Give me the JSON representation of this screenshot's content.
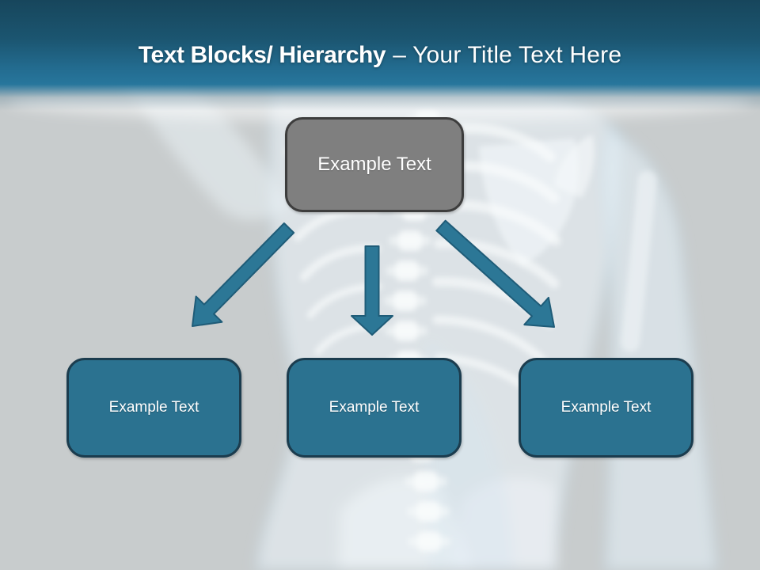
{
  "header": {
    "title_bold": "Text Blocks/ Hierarchy",
    "title_light": "– Your Title Text Here"
  },
  "hierarchy": {
    "root": {
      "label": "Example Text"
    },
    "children": [
      {
        "label": "Example Text"
      },
      {
        "label": "Example Text"
      },
      {
        "label": "Example Text"
      }
    ]
  },
  "colors": {
    "header_top": "#17465c",
    "header_bottom": "#27769c",
    "slide_background": "#c8cccd",
    "root_box_fill": "#7f7f7f",
    "root_box_border": "#3d3d3d",
    "child_box_fill": "#2b7290",
    "child_box_border": "#1b3c4e",
    "arrow_fill": "#2c7796",
    "text": "#ffffff"
  }
}
